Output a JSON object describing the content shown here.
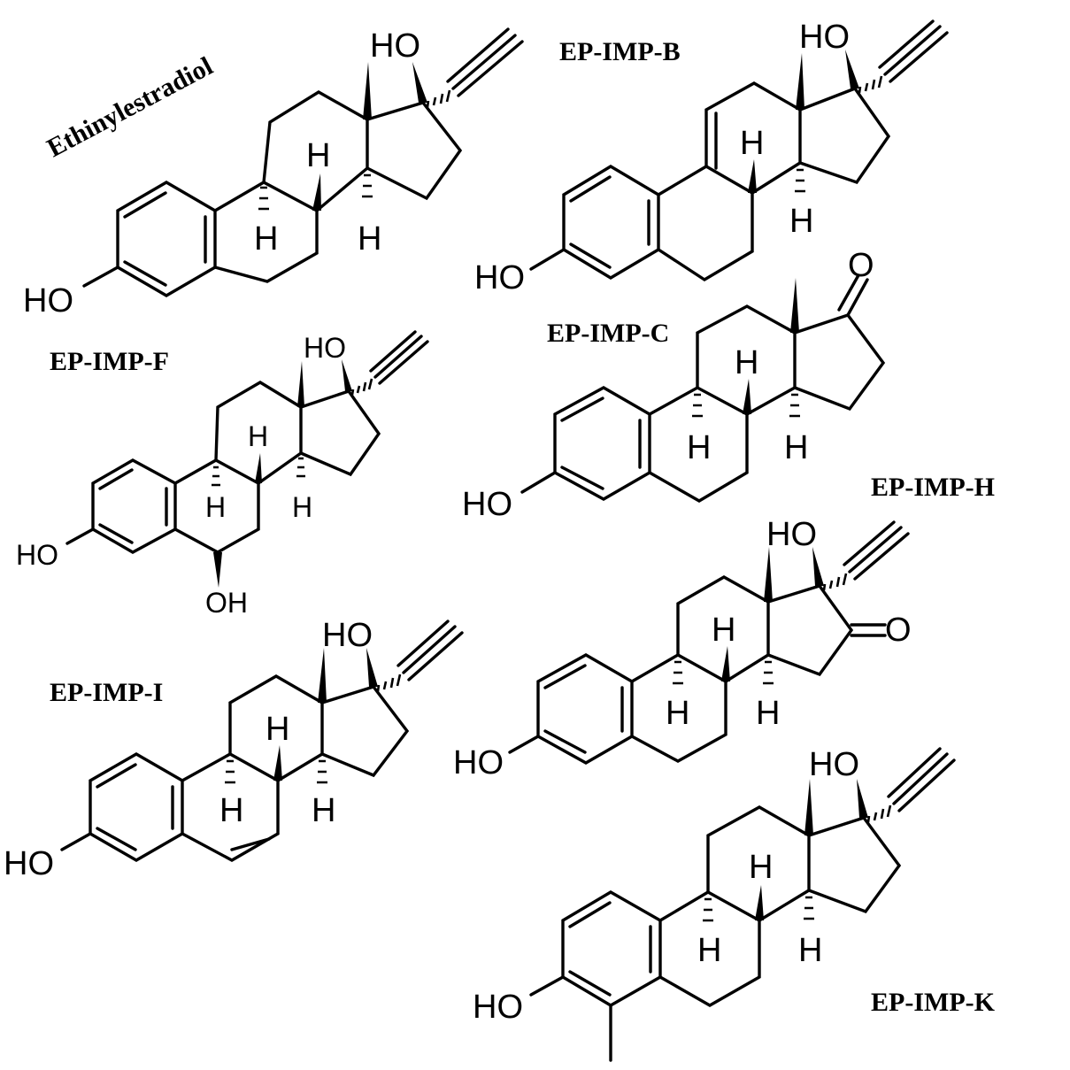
{
  "figure": {
    "labels": {
      "ee": "Ethinylestradiol",
      "b": "EP-IMP-B",
      "f": "EP-IMP-F",
      "c": "EP-IMP-C",
      "h": "EP-IMP-H",
      "i": "EP-IMP-I",
      "k": "EP-IMP-K"
    },
    "atoms": {
      "ho": "HO",
      "oh": "OH",
      "h": "H",
      "o": "O"
    }
  }
}
